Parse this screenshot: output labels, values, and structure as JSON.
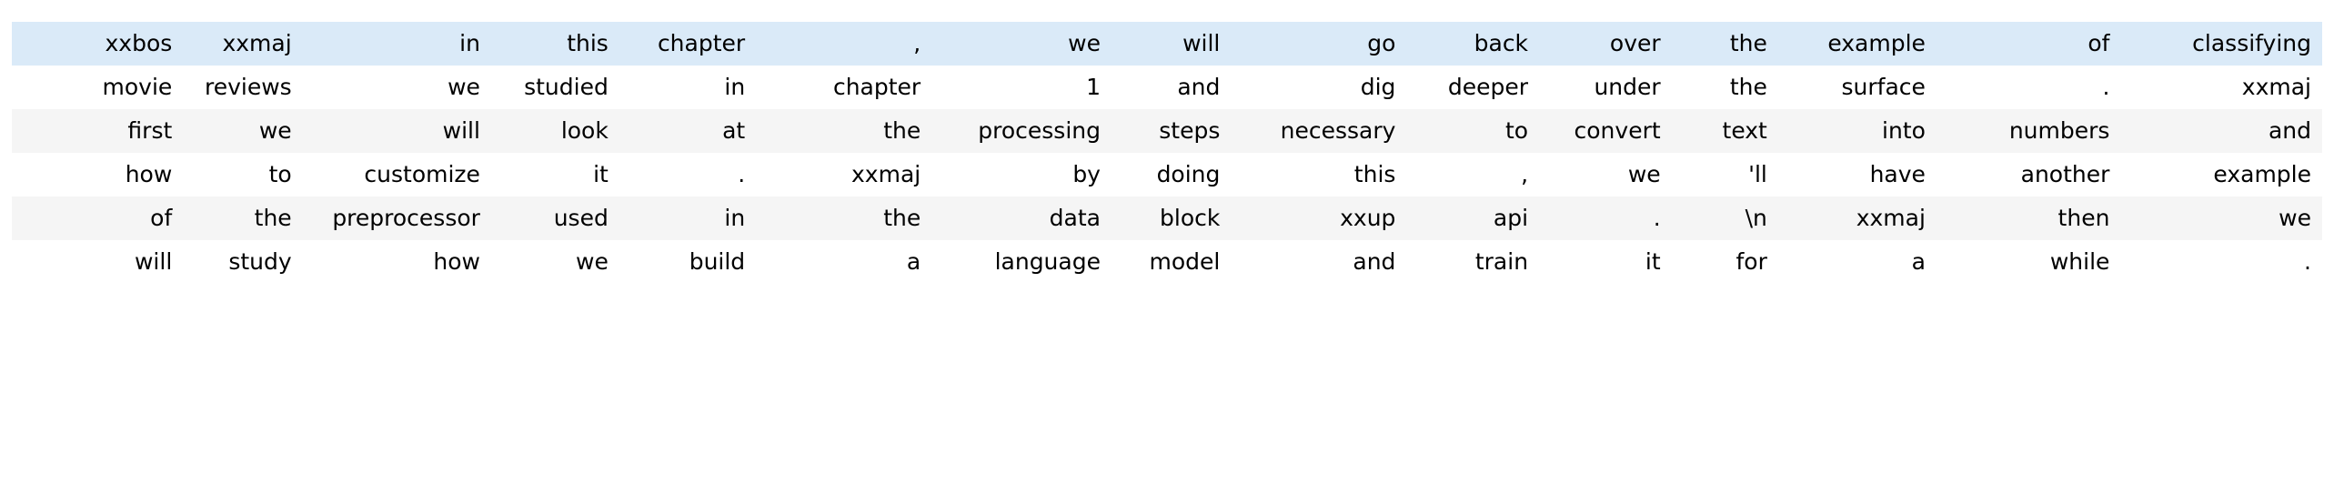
{
  "table": {
    "name": "tokenized-text-table",
    "column_count": 16,
    "row_count": 6,
    "alignment": "right",
    "colors": {
      "highlight_row_bg": "#daeaf8",
      "striped_row_bg": "#f5f5f5",
      "plain_row_bg": "#ffffff",
      "text": "#000000",
      "page_bg": "#ffffff"
    },
    "rows": [
      {
        "style": "highlight",
        "cells": [
          "xxbos",
          "xxmaj",
          "in",
          "this",
          "chapter",
          ",",
          "we",
          "will",
          "go",
          "back",
          "over",
          "the",
          "example",
          "of",
          "classifying"
        ]
      },
      {
        "style": "plain",
        "cells": [
          "movie",
          "reviews",
          "we",
          "studied",
          "in",
          "chapter",
          "1",
          "and",
          "dig",
          "deeper",
          "under",
          "the",
          "surface",
          ".",
          "xxmaj"
        ]
      },
      {
        "style": "striped",
        "cells": [
          "first",
          "we",
          "will",
          "look",
          "at",
          "the",
          "processing",
          "steps",
          "necessary",
          "to",
          "convert",
          "text",
          "into",
          "numbers",
          "and"
        ]
      },
      {
        "style": "plain",
        "cells": [
          "how",
          "to",
          "customize",
          "it",
          ".",
          "xxmaj",
          "by",
          "doing",
          "this",
          ",",
          "we",
          "'ll",
          "have",
          "another",
          "example"
        ]
      },
      {
        "style": "striped",
        "cells": [
          "of",
          "the",
          "preprocessor",
          "used",
          "in",
          "the",
          "data",
          "block",
          "xxup",
          "api",
          ".",
          "\\n",
          "xxmaj",
          "then",
          "we"
        ]
      },
      {
        "style": "plain",
        "cells": [
          "will",
          "study",
          "how",
          "we",
          "build",
          "a",
          "language",
          "model",
          "and",
          "train",
          "it",
          "for",
          "a",
          "while",
          "."
        ]
      }
    ]
  }
}
